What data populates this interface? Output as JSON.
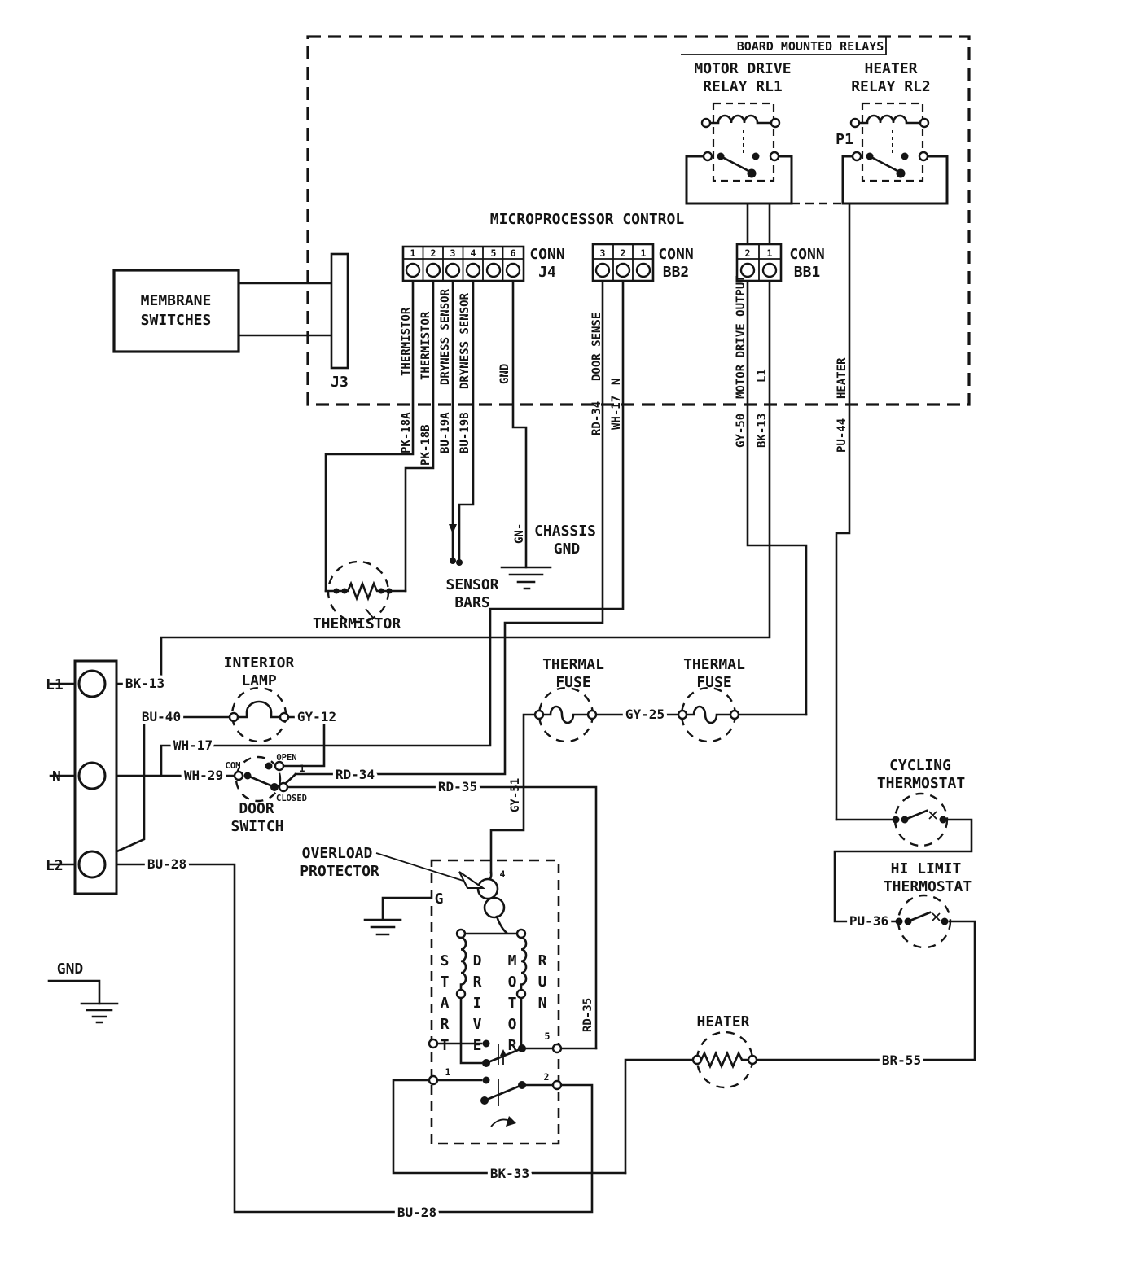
{
  "colors": {
    "ink": "#141414",
    "bg": "#ffffff"
  },
  "board": {
    "title": "BOARD MOUNTED RELAYS",
    "subtitle": "MICROPROCESSOR CONTROL",
    "relay1_line1": "MOTOR DRIVE",
    "relay1_line2": "RELAY RL1",
    "relay2_line1": "HEATER",
    "relay2_line2": "RELAY RL2",
    "p1": "P1",
    "j3": "J3",
    "membrane_line1": "MEMBRANE",
    "membrane_line2": "SWITCHES"
  },
  "connectors": {
    "j4": {
      "name": "CONN",
      "id": "J4",
      "pins": [
        "1",
        "2",
        "3",
        "4",
        "5",
        "6"
      ]
    },
    "bb2": {
      "name": "CONN",
      "id": "BB2",
      "pins": [
        "3",
        "2",
        "1"
      ]
    },
    "bb1": {
      "name": "CONN",
      "id": "BB1",
      "pins": [
        "2",
        "1"
      ]
    }
  },
  "signals": {
    "j4_pin1": "THERMISTOR",
    "j4_pin2": "THERMISTOR",
    "j4_pin3": "DRYNESS SENSOR",
    "j4_pin4": "DRYNESS SENSOR",
    "j4_pin6": "GND",
    "bb2_pin3": "DOOR SENSE",
    "bb2_pin2": "N",
    "bb1_pin2": "MOTOR DRIVE OUTPUT",
    "bb1_pin1": "L1",
    "heater": "HEATER"
  },
  "wire_labels": {
    "pk18a": "PK-18A",
    "pk18b": "PK-18B",
    "bu19a": "BU-19A",
    "bu19b": "BU-19B",
    "gn": "GN-",
    "rd34": "RD-34",
    "wh17": "WH-17",
    "gy50": "GY-50",
    "bk13": "BK-13",
    "pu44": "PU-44",
    "bk13_l1": "BK-13",
    "bu40": "BU-40",
    "gy12": "GY-12",
    "wh17_n": "WH-17",
    "wh29": "WH-29",
    "rd34_sw": "RD-34",
    "rd35": "RD-35",
    "rd35_v": "RD-35",
    "gy51": "GY-51",
    "gy25": "GY-25",
    "pu36": "PU-36",
    "br55": "BR-55",
    "bk33": "BK-33",
    "bu28_l2": "BU-28",
    "bu28": "BU-28"
  },
  "components": {
    "chassis_gnd_line1": "CHASSIS",
    "chassis_gnd_line2": "GND",
    "sensor_bars_line1": "SENSOR",
    "sensor_bars_line2": "BARS",
    "thermistor": "THERMISTOR",
    "lamp_line1": "INTERIOR",
    "lamp_line2": "LAMP",
    "door_line1": "DOOR",
    "door_line2": "SWITCH",
    "door_com": "COM",
    "door_open": "OPEN",
    "door_closed": "CLOSED",
    "door_pos": "1",
    "fuse1_line1": "THERMAL",
    "fuse1_line2": "FUSE",
    "fuse2_line1": "THERMAL",
    "fuse2_line2": "FUSE",
    "cycling_line1": "CYCLING",
    "cycling_line2": "THERMOSTAT",
    "hilimit_line1": "HI LIMIT",
    "hilimit_line2": "THERMOSTAT",
    "heater": "HEATER",
    "overload_line1": "OVERLOAD",
    "overload_line2": "PROTECTOR",
    "gnd": "GND"
  },
  "motor": {
    "g": "G",
    "pin4": "4",
    "pin5": "5",
    "pin1": "1",
    "pin2": "2",
    "start": "START",
    "drive": "DRIVE",
    "motor": "MOTOR",
    "run": "RUN"
  },
  "terminals": {
    "l1": "L1",
    "n": "N",
    "l2": "L2"
  }
}
